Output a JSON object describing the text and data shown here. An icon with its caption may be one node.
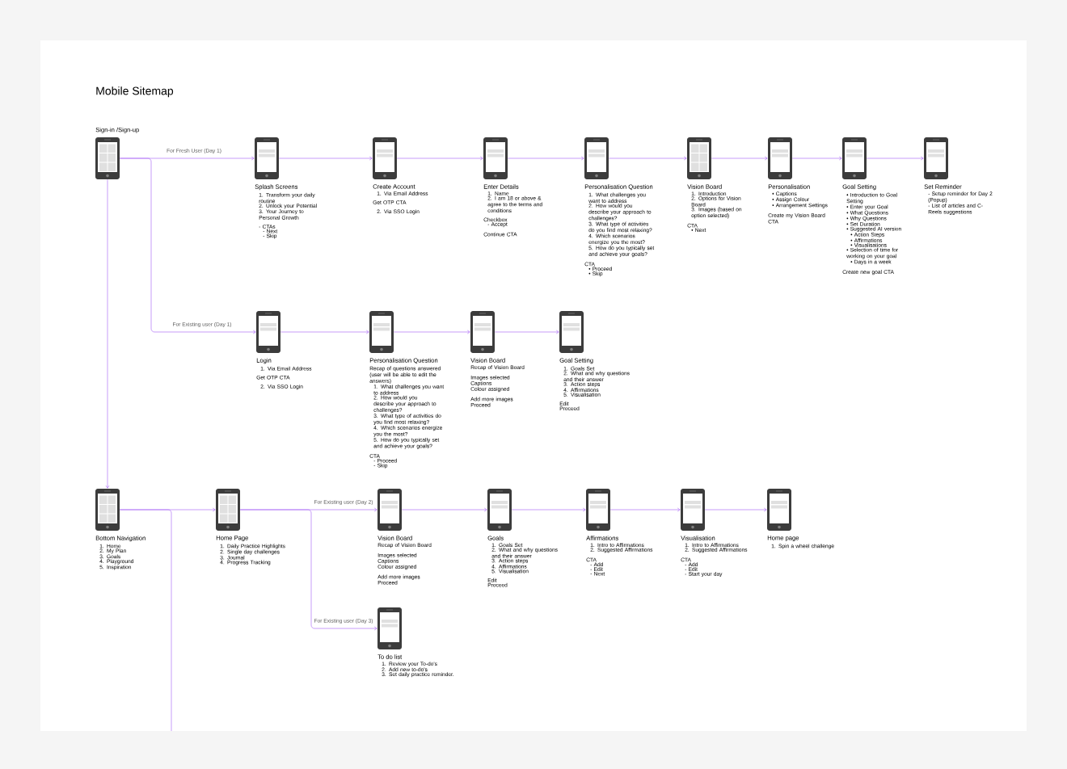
{
  "diagram": {
    "title": "Mobile Sitemap",
    "nodes": [
      {
        "text": [
          "Sign-in /Sign-up"
        ]
      },
      {
        "text": [
          "Splash Screens"
        ],
        "beside": [
          "1. Transform your daily routine",
          "2. Unlock your Potential",
          "3. Your Journey to Personal Growth",
          "- CTAs",
          "- Next",
          "- Skip"
        ]
      },
      {
        "text": [
          "Create Account"
        ],
        "beside": [
          "1. Via Email Address",
          "Get OTP CTA",
          "2. Via SSO Login"
        ]
      },
      {
        "text": [
          "Enter Details"
        ],
        "beside": [
          "1. Name",
          "2. I am 18 or above & agree to the terms and conditions",
          "Checkbox",
          "- Accept",
          "Continue CTA"
        ]
      },
      {
        "text": [
          "Personalisation Question"
        ],
        "beside": [
          "1. What challenges you want to address",
          "2. How would you describe your approach to challenges?",
          "3. What type of activities do you find most relaxing?",
          "4. Which scenarios energize you the most?",
          "5. How do you typically set and achieve your goals?",
          "CTA",
          "• Proceed",
          "• Skip"
        ]
      },
      {
        "text": [
          "Vision Board"
        ],
        "beside": [
          "1. Introduction",
          "2. Options for Vision Board",
          "3. Images (based on option selected)",
          "CTA",
          "• Next"
        ]
      },
      {
        "text": [
          "Personalisation"
        ],
        "beside": [
          "• Captions",
          "• Assign Colour",
          "• Arrangement Settings",
          "Create my Vision Board CTA"
        ]
      },
      {
        "text": [
          "Goal Setting"
        ],
        "beside": [
          "• Introduction to Goal Setting",
          "• Enter your Goal",
          "• What Questions",
          "• Why Questions",
          "• Set Duration",
          "• Suggested AI version",
          "• Action Steps",
          "• Affirmations",
          "• Visualisations",
          "• Selection of time for working on your goal",
          "• Days in a week",
          "Create new goal CTA"
        ]
      },
      {
        "text": [
          "Set Reminder"
        ],
        "beside": [
          "- Setup reminder for Day 2 (Popup)",
          "- List of articles and C-Reels suggestions"
        ]
      },
      {
        "text": [
          "Login"
        ],
        "beside": [
          "1. Via Email Address",
          "Get OTP CTA",
          "2. Via SSO Login"
        ]
      },
      {
        "text": [
          "Personalisation Question"
        ],
        "beside": [
          "Recap of questions answered (user will be able to edit the answers)",
          "1. What challenges you want to address",
          "2. How would you describe your approach to challenges?",
          "3. What type of activities do you find most relaxing?",
          "4. Which scenarios energize you the most?",
          "5. How do you typically set and achieve your goals?",
          "CTA",
          "- Proceed",
          "- Skip"
        ]
      },
      {
        "text": [
          "Vision Board"
        ],
        "beside": [
          "Recap of Vision Board",
          "Images selected",
          "Captions",
          "Colour assigned",
          "Add more images",
          "Proceed"
        ]
      },
      {
        "text": [
          "Goal Setting"
        ],
        "beside": [
          "1. Goals Set",
          "2. What and why questions and their answer",
          "3. Action steps",
          "4. Affirmations",
          "5. Visualisation",
          "Edit",
          "Proceed"
        ]
      },
      {
        "text": [
          "Bottom Navigation"
        ],
        "beside": [
          "1. Home",
          "2. My Plan",
          "3. Goals",
          "4. Playground",
          "5. Inspiration"
        ]
      },
      {
        "text": [
          "Home Page"
        ],
        "beside": [
          "1. Daily Practice Highlights",
          "2. Single day challenges",
          "3. Journal",
          "4. Progress Tracking"
        ]
      },
      {
        "text": [
          "Vision Board"
        ],
        "beside": [
          "Recap of Vision Board",
          "Images selected",
          "Captions",
          "Colour assigned",
          "Add more images",
          "Proceed"
        ]
      },
      {
        "text": [
          "Goals"
        ],
        "beside": [
          "1. Goals Set",
          "2. What and why questions and their answer",
          "3. Action steps",
          "4. Affirmations",
          "5. Visualisation",
          "Edit",
          "Proceed"
        ]
      },
      {
        "text": [
          "Affirmations"
        ],
        "beside": [
          "1. Intro to Affirmations",
          "2. Suggested Affirmations",
          "CTA",
          "- Add",
          "- Edit",
          "- Next"
        ]
      },
      {
        "text": [
          "Visualisation"
        ],
        "beside": [
          "1. Intro to Affirmations",
          "2. Suggested Affirmations",
          "CTA",
          "- Add",
          "- Edit",
          "- Start your day"
        ]
      },
      {
        "text": [
          "Home page"
        ],
        "beside": [
          "1. Spin a wheel challenge"
        ]
      },
      {
        "text": [
          "To do list"
        ],
        "beside": [
          "1. Review your To-do's",
          "2. Add new to-do's",
          "3. Set daily practice reminder."
        ]
      }
    ],
    "edges": [
      {
        "from": 0,
        "to": 1,
        "arrow": "to",
        "label": "For Fresh User (Day 1)"
      },
      {
        "from": 1,
        "to": 2,
        "arrow": "to"
      },
      {
        "from": 2,
        "to": 3,
        "arrow": "to"
      },
      {
        "from": 3,
        "to": 4,
        "arrow": "to"
      },
      {
        "from": 4,
        "to": 5,
        "arrow": "to"
      },
      {
        "from": 5,
        "to": 6,
        "arrow": "to"
      },
      {
        "from": 6,
        "to": 7,
        "arrow": "to"
      },
      {
        "from": 7,
        "to": 8,
        "arrow": "to"
      },
      {
        "from": 0,
        "to": 9,
        "arrow": "to",
        "label": "For Existing user (Day 1)"
      },
      {
        "from": 9,
        "to": 10,
        "arrow": "to"
      },
      {
        "from": 10,
        "to": 11,
        "arrow": "to"
      },
      {
        "from": 11,
        "to": 12,
        "arrow": "to"
      },
      {
        "from": 0,
        "to": 13,
        "arrow": "to"
      },
      {
        "from": 13,
        "to": 14,
        "arrow": "to"
      },
      {
        "from": 13,
        "to": null,
        "arrow": "none"
      },
      {
        "from": 14,
        "to": 15,
        "arrow": "to",
        "label": "For Existing user (Day 2)"
      },
      {
        "from": 15,
        "to": 16,
        "arrow": "to"
      },
      {
        "from": 16,
        "to": 17,
        "arrow": "to"
      },
      {
        "from": 17,
        "to": 18,
        "arrow": "to"
      },
      {
        "from": 18,
        "to": 19,
        "arrow": "to"
      },
      {
        "from": 14,
        "to": 20,
        "arrow": "to",
        "label": "For Existing user (Day 3)"
      }
    ]
  }
}
